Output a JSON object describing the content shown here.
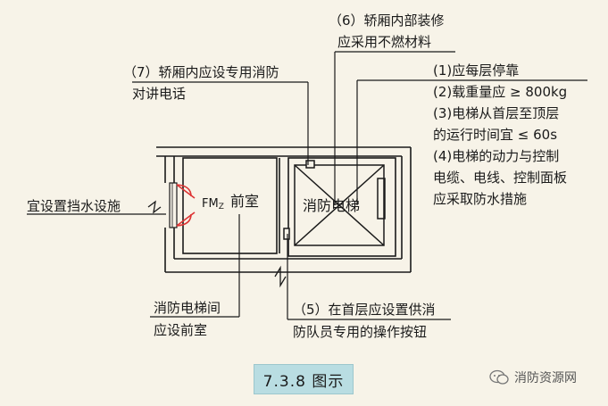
{
  "notes": {
    "n6_line1": "（6）轿厢内部装修",
    "n6_line2": "应采用不燃材料",
    "n7_line1": "（7）轿厢内应设专用消防",
    "n7_line2": "对讲电话",
    "r1": "(1)应每层停靠",
    "r2": "(2)载重量应 ≥ 800kg",
    "r3a": "(3)电梯从首层至顶层",
    "r3b": "的运行时间宜 ≤ 60s",
    "r4a": "(4)电梯的动力与控制",
    "r4b": "电缆、电线、控制面板",
    "r4c": "应采取防水措施",
    "left_note": "宜设置挡水设施",
    "bl_line1": "消防电梯间",
    "bl_line2": "应设前室",
    "n5_line1": "（5）在首层应设置供消",
    "n5_line2": "防队员专用的操作按钮"
  },
  "rooms": {
    "anteroom_label": "前室",
    "door_code": "FM",
    "door_code_sub": "Z",
    "elevator_label": "消防电梯"
  },
  "caption": "7.3.8 图示",
  "watermark": "消防资源网"
}
